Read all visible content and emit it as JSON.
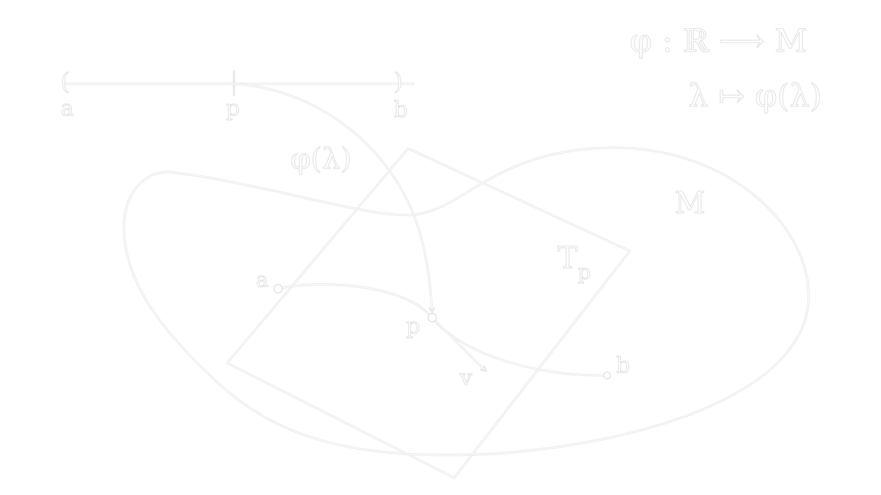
{
  "map_definition": {
    "line1": "φ : ℝ ⟶ M",
    "line2": "λ ↦ φ(λ)"
  },
  "interval": {
    "left_bracket": "(",
    "right_bracket": ")",
    "label_a": "a",
    "label_p": "p",
    "label_b": "b"
  },
  "curve_label": "φ(λ)",
  "manifold_label": "M",
  "tangent_space_label": {
    "main": "T",
    "subscript": "p"
  },
  "points": {
    "a": "a",
    "p": "p",
    "b": "b",
    "vector": "v"
  }
}
